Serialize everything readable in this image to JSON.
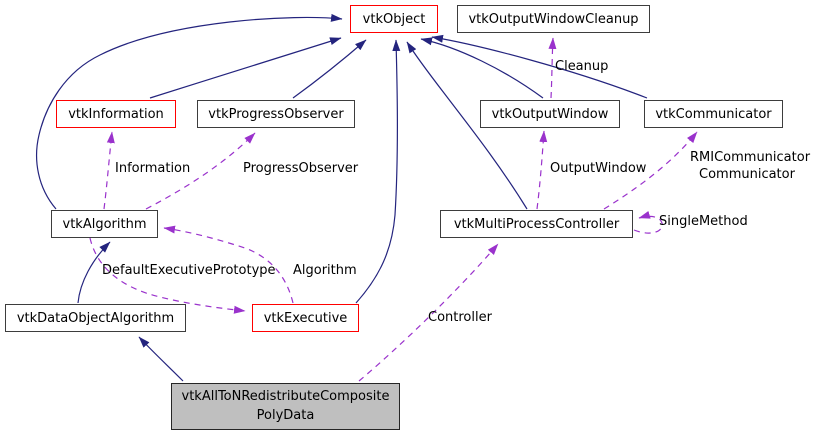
{
  "diagram": {
    "kind": "class-collaboration-graph",
    "colors": {
      "background": "#ffffff",
      "inheritance_edge": "#24247e",
      "usage_edge": "#9a32cc",
      "node_border": "#3d3d3d",
      "truncated_node_border": "#ff0000",
      "node_fill": "#ffffff",
      "focus_node_fill": "#bfbfbf",
      "text": "#000000"
    },
    "nodes": {
      "vtkObject": "vtkObject",
      "vtkOutputWindowCleanup": "vtkOutputWindowCleanup",
      "vtkInformation": "vtkInformation",
      "vtkProgressObserver": "vtkProgressObserver",
      "vtkOutputWindow": "vtkOutputWindow",
      "vtkCommunicator": "vtkCommunicator",
      "vtkAlgorithm": "vtkAlgorithm",
      "vtkMultiProcessController": "vtkMultiProcessController",
      "vtkDataObjectAlgorithm": "vtkDataObjectAlgorithm",
      "vtkExecutive": "vtkExecutive",
      "focus_line1": "vtkAllToNRedistributeComposite",
      "focus_line2": "PolyData"
    },
    "edge_labels": {
      "information": "Information",
      "progress_observer": "ProgressObserver",
      "cleanup": "Cleanup",
      "output_window": "OutputWindow",
      "rmi_communicator": "RMICommunicator",
      "communicator": "Communicator",
      "single_method": "SingleMethod",
      "default_executive_prototype": "DefaultExecutivePrototype",
      "algorithm": "Algorithm",
      "controller": "Controller"
    },
    "edges": [
      {
        "from": "vtkInformation",
        "to": "vtkObject",
        "type": "inheritance"
      },
      {
        "from": "vtkProgressObserver",
        "to": "vtkObject",
        "type": "inheritance"
      },
      {
        "from": "vtkAlgorithm",
        "to": "vtkObject",
        "type": "inheritance"
      },
      {
        "from": "vtkOutputWindow",
        "to": "vtkObject",
        "type": "inheritance"
      },
      {
        "from": "vtkCommunicator",
        "to": "vtkObject",
        "type": "inheritance"
      },
      {
        "from": "vtkMultiProcessController",
        "to": "vtkObject",
        "type": "inheritance"
      },
      {
        "from": "vtkExecutive",
        "to": "vtkObject",
        "type": "inheritance"
      },
      {
        "from": "vtkDataObjectAlgorithm",
        "to": "vtkAlgorithm",
        "type": "inheritance"
      },
      {
        "from": "vtkAllToNRedistributeCompositePolyData",
        "to": "vtkDataObjectAlgorithm",
        "type": "inheritance"
      },
      {
        "from": "vtkAlgorithm",
        "to": "vtkInformation",
        "type": "usage",
        "label": "Information"
      },
      {
        "from": "vtkAlgorithm",
        "to": "vtkProgressObserver",
        "type": "usage",
        "label": "ProgressObserver"
      },
      {
        "from": "vtkOutputWindow",
        "to": "vtkOutputWindowCleanup",
        "type": "usage",
        "label": "Cleanup"
      },
      {
        "from": "vtkMultiProcessController",
        "to": "vtkOutputWindow",
        "type": "usage",
        "label": "OutputWindow"
      },
      {
        "from": "vtkMultiProcessController",
        "to": "vtkCommunicator",
        "type": "usage",
        "label": "RMICommunicator Communicator"
      },
      {
        "from": "vtkMultiProcessController",
        "to": "vtkMultiProcessController",
        "type": "usage",
        "label": "SingleMethod"
      },
      {
        "from": "vtkAlgorithm",
        "to": "vtkExecutive",
        "type": "usage",
        "label": "DefaultExecutivePrototype"
      },
      {
        "from": "vtkExecutive",
        "to": "vtkAlgorithm",
        "type": "usage",
        "label": "Algorithm"
      },
      {
        "from": "vtkAllToNRedistributeCompositePolyData",
        "to": "vtkMultiProcessController",
        "type": "usage",
        "label": "Controller"
      }
    ]
  }
}
